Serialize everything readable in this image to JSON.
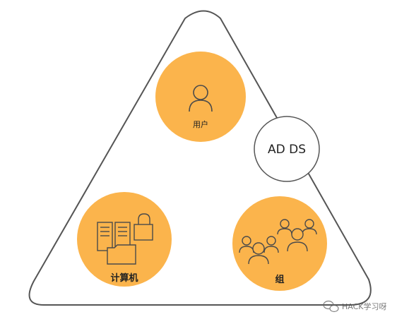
{
  "diagram": {
    "badge_label": "AD DS",
    "nodes": {
      "user": {
        "label": "用户",
        "icon": "person-icon"
      },
      "computer": {
        "label": "计算机",
        "icon": "computer-lock-icon"
      },
      "group": {
        "label": "组",
        "icon": "people-group-icon"
      }
    },
    "colors": {
      "node_fill": "#FBB44C",
      "outline": "#555555",
      "icon_stroke": "#4a4a4a"
    }
  },
  "watermark": {
    "text": "HACK学习呀"
  }
}
